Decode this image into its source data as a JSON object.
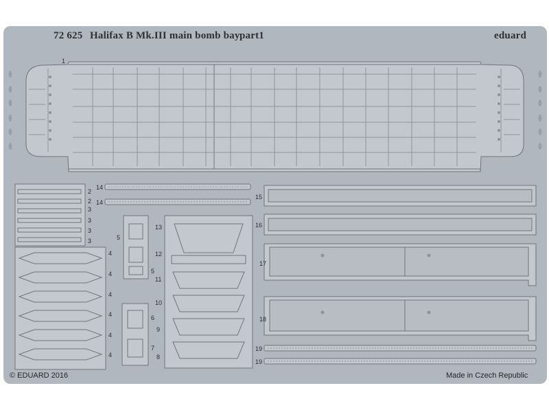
{
  "sheet": {
    "catalog_number": "72 625",
    "title": "Halifax B Mk.III main bomb bay",
    "part": "part1",
    "brand": "eduard",
    "copyright": "© EDUARD 2016",
    "origin": "Made in Czech Republic"
  },
  "part_labels": {
    "p1": "1",
    "p2a": "2",
    "p2b": "2",
    "p3a": "3",
    "p3b": "3",
    "p3c": "3",
    "p3d": "3",
    "p4a": "4",
    "p4b": "4",
    "p4c": "4",
    "p4d": "4",
    "p4e": "4",
    "p4f": "4",
    "p5a": "5",
    "p5b": "5",
    "p6": "6",
    "p7": "7",
    "p8": "8",
    "p9": "9",
    "p10": "10",
    "p11": "11",
    "p12": "12",
    "p13": "13",
    "p14a": "14",
    "p14b": "14",
    "p15": "15",
    "p16": "16",
    "p17": "17",
    "p18": "18",
    "p19a": "19",
    "p19b": "19"
  },
  "colors": {
    "fret": "#b1b7bf",
    "part_fill": "#c3c8cf",
    "outline": "#6f757d",
    "etch_line": "#8d939b"
  }
}
